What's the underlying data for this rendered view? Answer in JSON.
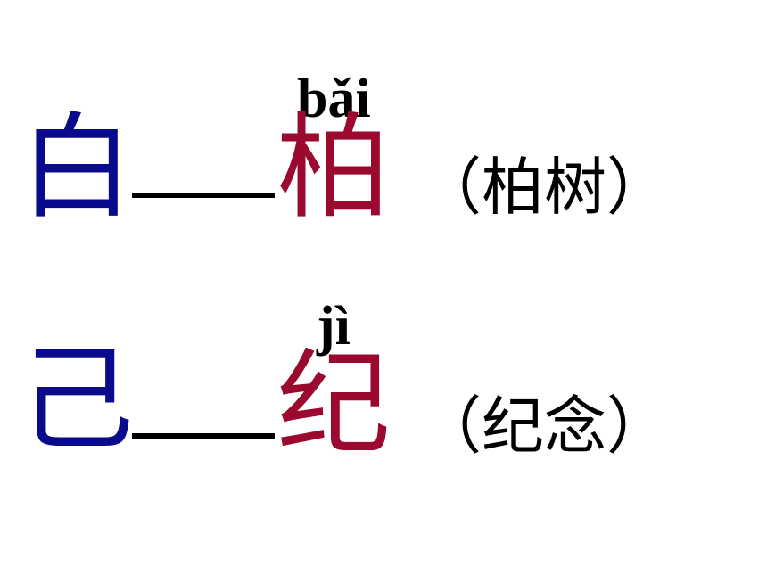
{
  "rows": [
    {
      "base_char": "白",
      "dash": "——",
      "pinyin": "bǎi",
      "derived_char": "柏",
      "word": "（柏树）"
    },
    {
      "base_char": "己",
      "dash": "——",
      "pinyin": "jì",
      "derived_char": "纪",
      "word": "（纪念）"
    }
  ],
  "colors": {
    "base_char": "#0a0a8c",
    "derived_char": "#9b0a2e",
    "text": "#000000",
    "background": "#ffffff"
  }
}
